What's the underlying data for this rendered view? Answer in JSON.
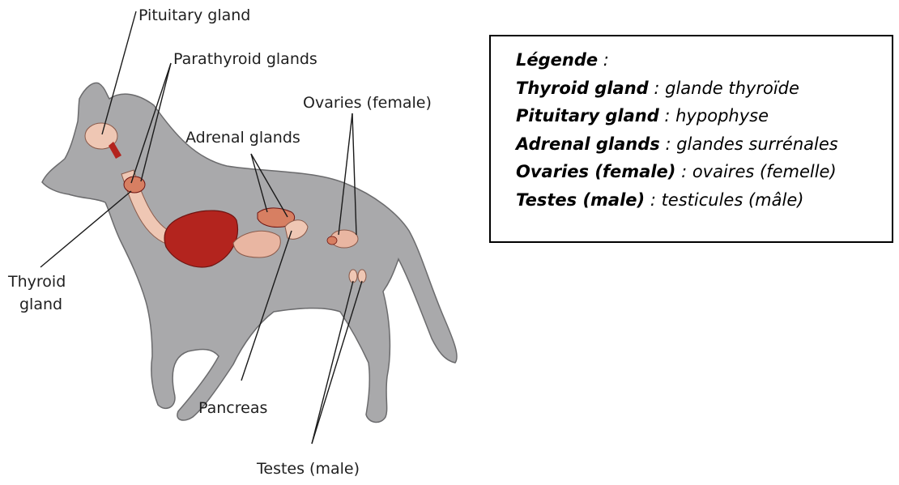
{
  "labels": {
    "pituitary": "Pituitary gland",
    "parathyroid": "Parathyroid glands",
    "ovaries": "Ovaries (female)",
    "adrenal": "Adrenal glands",
    "thyroid_line1": "Thyroid",
    "thyroid_line2": "gland",
    "pancreas": "Pancreas",
    "testes": "Testes (male)"
  },
  "legend": {
    "title": "Légende",
    "title_suffix": " :",
    "rows": [
      {
        "term": "Thyroid gland",
        "sep": " : ",
        "translation": "glande thyroïde"
      },
      {
        "term": "Pituitary gland",
        "sep": " : ",
        "translation": "hypophyse"
      },
      {
        "term": "Adrenal glands",
        "sep": " : ",
        "translation": "glandes surrénales"
      },
      {
        "term": "Ovaries (female)",
        "sep": " : ",
        "translation": "ovaires (femelle)"
      },
      {
        "term": "Testes (male)",
        "sep": " : ",
        "translation": "testicules (mâle)"
      }
    ]
  },
  "colors": {
    "body": "#a9a9ab",
    "body_outline": "#6b6b6d",
    "organ_dark": "#b3241e",
    "organ_light": "#e9b6a2",
    "organ_mid": "#d77f62"
  }
}
